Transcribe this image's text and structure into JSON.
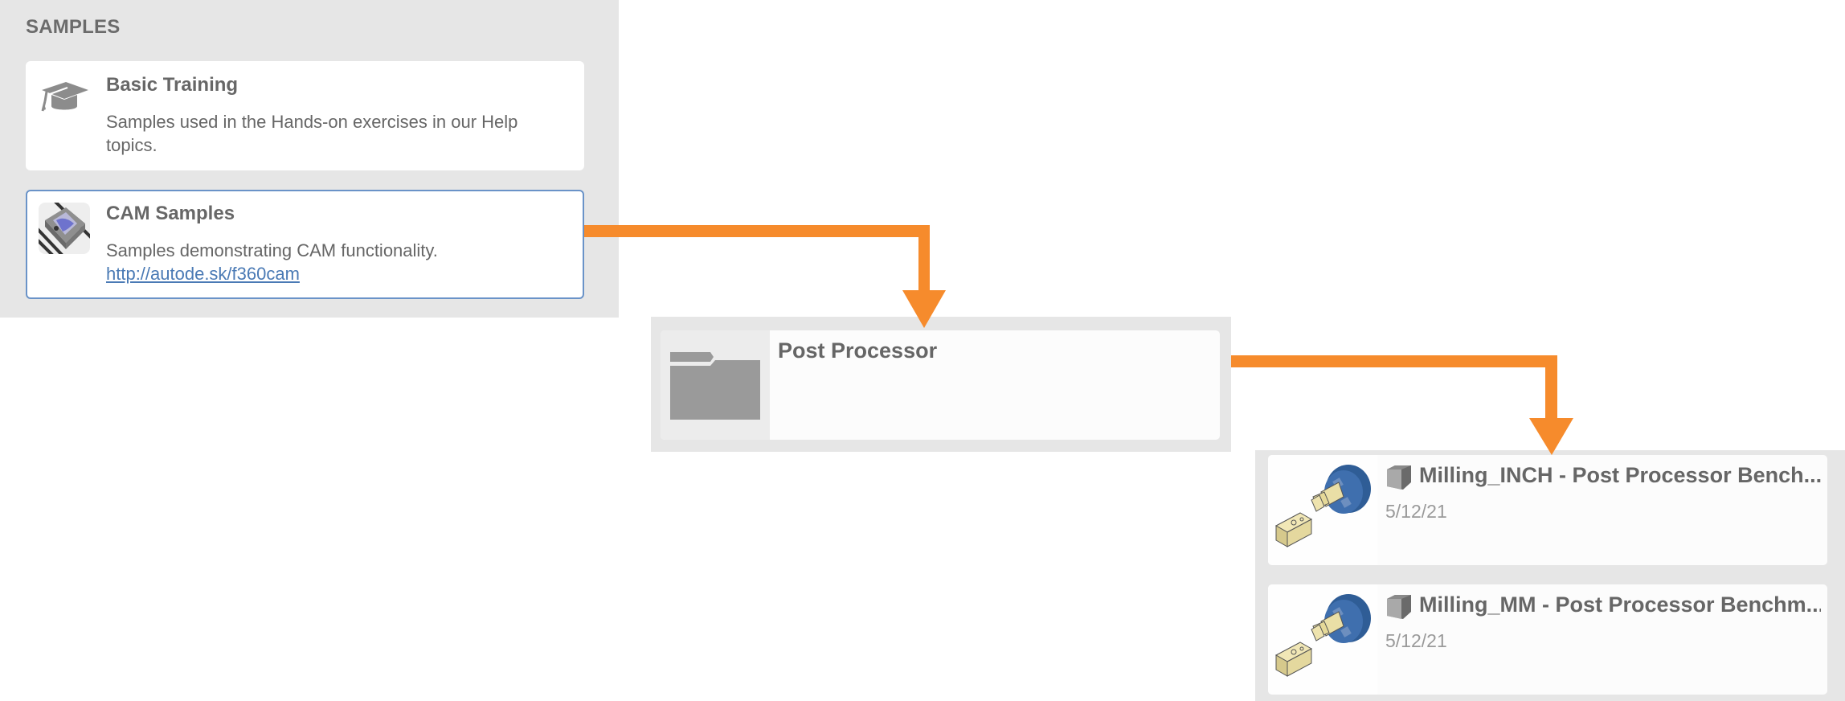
{
  "samples": {
    "section_title": "SAMPLES",
    "items": [
      {
        "title": "Basic Training",
        "description": "Samples used in the Hands-on exercises in our Help topics.",
        "icon": "graduation-cap-icon",
        "selected": false
      },
      {
        "title": "CAM Samples",
        "description": "Samples demonstrating CAM functionality.",
        "link": "http://autode.sk/f360cam",
        "icon": "cam-sample-thumbnail",
        "selected": true
      }
    ]
  },
  "folder": {
    "title": "Post Processor",
    "icon": "folder-icon"
  },
  "designs": [
    {
      "title": "Milling_INCH - Post Processor Bench...",
      "date": "5/12/21",
      "icon": "component-cube-icon",
      "thumbnail": "milling-part-thumbnail"
    },
    {
      "title": "Milling_MM - Post Processor Benchm...",
      "date": "5/12/21",
      "icon": "component-cube-icon",
      "thumbnail": "milling-part-thumbnail"
    }
  ],
  "colors": {
    "panel_bg": "#e6e6e6",
    "selected_border": "#6a93c8",
    "link": "#4a7ab5",
    "arrow": "#f68b2c",
    "text": "#666666",
    "date": "#9a9a9a"
  }
}
